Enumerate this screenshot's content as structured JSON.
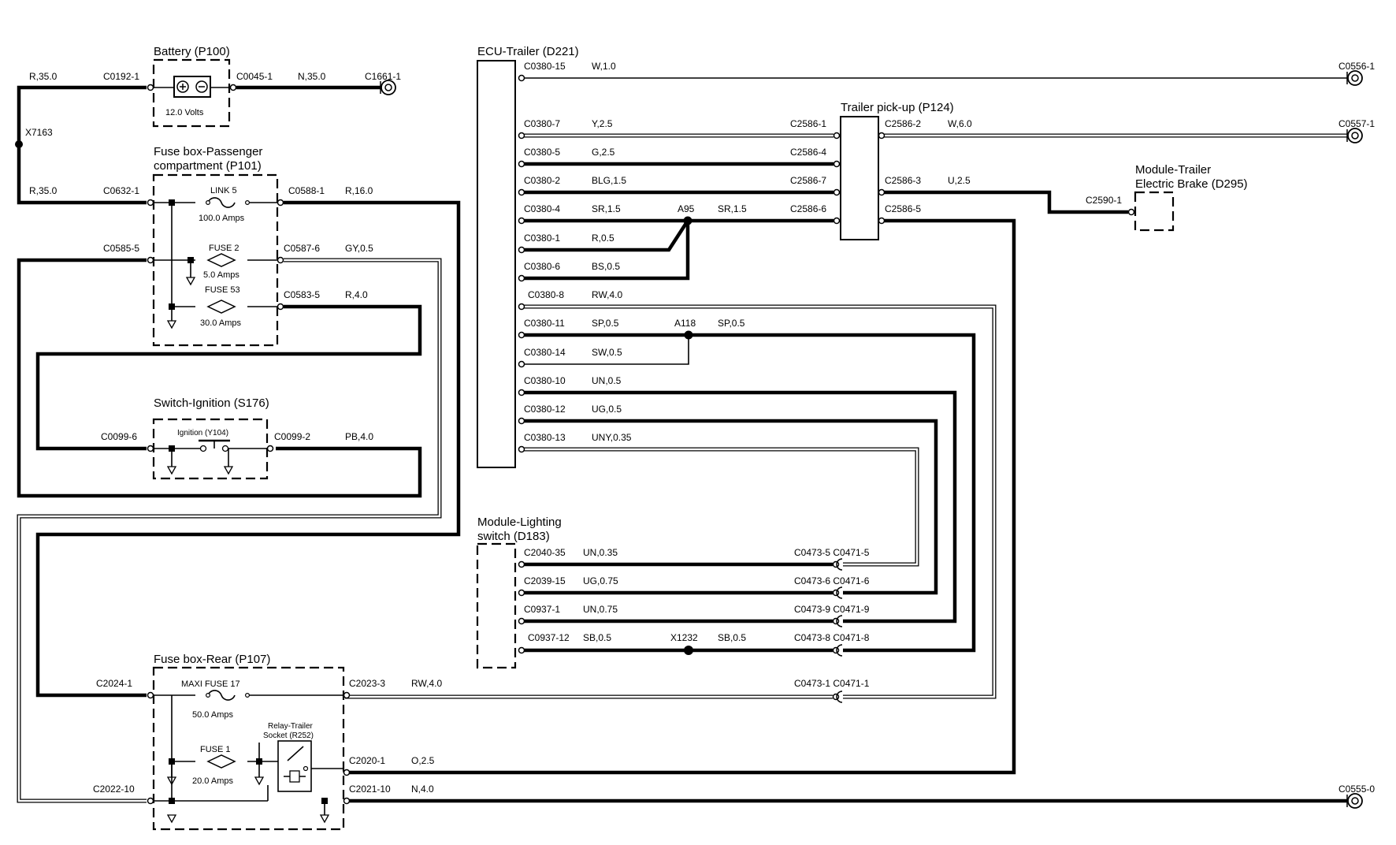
{
  "components": {
    "battery": {
      "title": "Battery (P100)",
      "voltage": "12.0 Volts"
    },
    "fusebox_passenger": {
      "title_line1": "Fuse box-Passenger",
      "title_line2": "compartment (P101)",
      "link5": "LINK 5",
      "link5_rating": "100.0 Amps",
      "fuse2": "FUSE 2",
      "fuse2_rating": "5.0 Amps",
      "fuse53": "FUSE 53",
      "fuse53_rating": "30.0 Amps"
    },
    "switch_ignition": {
      "title": "Switch-Ignition (S176)",
      "contact": "Ignition (Y104)"
    },
    "ecu_trailer": {
      "title": "ECU-Trailer (D221)"
    },
    "trailer_pickup": {
      "title": "Trailer pick-up (P124)"
    },
    "module_brake": {
      "title_line1": "Module-Trailer",
      "title_line2": "Electric Brake (D295)"
    },
    "module_lighting": {
      "title_line1": "Module-Lighting",
      "title_line2": "switch (D183)"
    },
    "fusebox_rear": {
      "title": "Fuse box-Rear (P107)",
      "maxi17": "MAXI FUSE 17",
      "maxi17_rating": "50.0 Amps",
      "fuse1": "FUSE 1",
      "fuse1_rating": "20.0 Amps",
      "relay_line1": "Relay-Trailer",
      "relay_line2": "Socket (R252)"
    }
  },
  "labels": {
    "r350_top": "R,35.0",
    "c0192": "C0192-1",
    "c0045": "C0045-1",
    "n350": "N,35.0",
    "c1661": "C1661-1",
    "x7163": "X7163",
    "r350_bot": "R,35.0",
    "c0632": "C0632-1",
    "c0588": "C0588-1",
    "r160": "R,16.0",
    "c0585": "C0585-5",
    "c0587": "C0587-6",
    "gy05": "GY,0.5",
    "c0583": "C0583-5",
    "r40": "R,4.0",
    "c0099_6": "C0099-6",
    "c0099_2": "C0099-2",
    "pb40": "PB,4.0",
    "e15": "C0380-15",
    "w10": "W,1.0",
    "c0556": "C0556-1",
    "e7": "C0380-7",
    "y25": "Y,2.5",
    "p1": "C2586-1",
    "p2": "C2586-2",
    "w60": "W,6.0",
    "c0557": "C0557-1",
    "e5": "C0380-5",
    "g25": "G,2.5",
    "p4": "C2586-4",
    "e2": "C0380-2",
    "blg15": "BLG,1.5",
    "p7": "C2586-7",
    "p3": "C2586-3",
    "u25": "U,2.5",
    "c2590": "C2590-1",
    "e4": "C0380-4",
    "sr15a": "SR,1.5",
    "a95": "A95",
    "sr15b": "SR,1.5",
    "p6": "C2586-6",
    "p5": "C2586-5",
    "e1": "C0380-1",
    "r05": "R,0.5",
    "e6": "C0380-6",
    "bs05": "BS,0.5",
    "e8": "C0380-8",
    "rw40": "RW,4.0",
    "e11": "C0380-11",
    "sp05a": "SP,0.5",
    "a118": "A118",
    "sp05b": "SP,0.5",
    "e14": "C0380-14",
    "sw05": "SW,0.5",
    "e10": "C0380-10",
    "un05": "UN,0.5",
    "e12": "C0380-12",
    "ug05": "UG,0.5",
    "e13": "C0380-13",
    "uny035": "UNY,0.35",
    "l35": "C2040-35",
    "un035": "UN,0.35",
    "c5": "C0473-5 C0471-5",
    "l15": "C2039-15",
    "ug075": "UG,0.75",
    "c6": "C0473-6 C0471-6",
    "l1": "C0937-1",
    "un075": "UN,0.75",
    "c9": "C0473-9 C0471-9",
    "l12": "C0937-12",
    "sb05a": "SB,0.5",
    "x1232": "X1232",
    "sb05b": "SB,0.5",
    "c8": "C0473-8 C0471-8",
    "c2024": "C2024-1",
    "c2023": "C2023-3",
    "rw40b": "RW,4.0",
    "c1": "C0473-1 C0471-1",
    "c2020": "C2020-1",
    "o25": "O,2.5",
    "c2022": "C2022-10",
    "c2021": "C2021-10",
    "n40": "N,4.0",
    "c0555": "C0555-0"
  },
  "colors": {
    "ink": "#000000",
    "paper": "#ffffff"
  }
}
